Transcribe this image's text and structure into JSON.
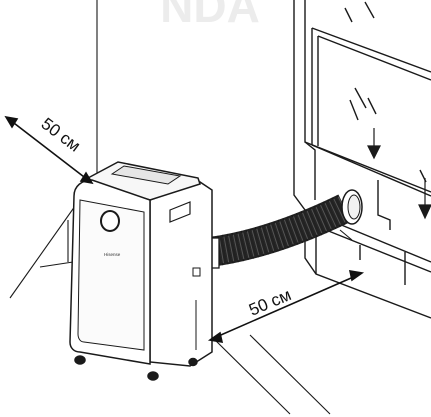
{
  "watermark": "NDA",
  "brand_label": "Hisense",
  "clearance_left": {
    "value": 50,
    "unit": "см",
    "text": "50 см"
  },
  "clearance_front": {
    "value": 50,
    "unit": "см",
    "text": "50 см"
  },
  "colors": {
    "line": "#1a1a1a",
    "hose": "#222222",
    "unit_body": "#ffffff",
    "panel": "#f4f4f4"
  },
  "icons": [
    "arrow-down-icon",
    "double-arrow-icon"
  ]
}
